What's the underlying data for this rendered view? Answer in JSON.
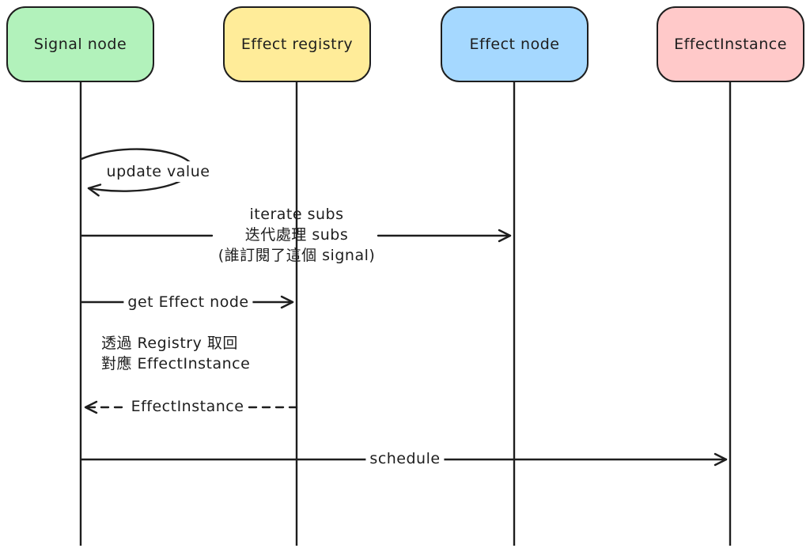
{
  "colors": {
    "stroke": "#1e1e1e",
    "background": "#ffffff",
    "participant_green": "#b2f2bb",
    "participant_yellow": "#ffec99",
    "participant_blue": "#a5d8ff",
    "participant_pink": "#ffc9c9"
  },
  "participants": [
    {
      "id": "signal-node",
      "label": "Signal node",
      "fill": "#b2f2bb"
    },
    {
      "id": "effect-registry",
      "label": "Effect registry",
      "fill": "#ffec99"
    },
    {
      "id": "effect-node",
      "label": "Effect node",
      "fill": "#a5d8ff"
    },
    {
      "id": "effect-instance",
      "label": "EffectInstance",
      "fill": "#ffc9c9"
    }
  ],
  "messages": [
    {
      "from": "Signal node",
      "to": "Signal node",
      "style": "self-loop",
      "label": "update value"
    },
    {
      "from": "Signal node",
      "to": "Effect node",
      "style": "solid-arrow",
      "lines": [
        "iterate subs",
        "迭代處理 subs",
        "(誰訂閱了這個 signal)"
      ]
    },
    {
      "from": "Signal node",
      "to": "Effect registry",
      "style": "solid-arrow",
      "label": "get Effect node"
    },
    {
      "type": "note",
      "lines": [
        "透過 Registry 取回",
        "對應 EffectInstance"
      ]
    },
    {
      "from": "Effect registry",
      "to": "Signal node",
      "style": "dashed-arrow",
      "label": "EffectInstance"
    },
    {
      "from": "Signal node",
      "to": "EffectInstance",
      "style": "solid-arrow",
      "label": "schedule"
    }
  ]
}
